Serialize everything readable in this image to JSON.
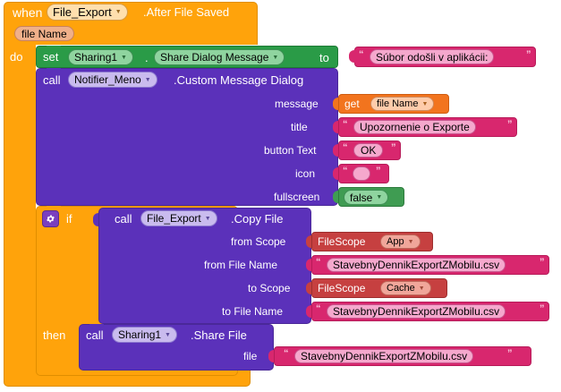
{
  "editor": {
    "name": "mit-app-inventor-blocks-editor",
    "background": "#ffffff"
  },
  "colors": {
    "event_orange": "#ffa30b",
    "setter_green": "#2a9b47",
    "caller_purple": "#5b31ba",
    "text_pink": "#d8276e",
    "get_orange": "#f2741e",
    "logic_green": "#3f9c52",
    "filescope_red": "#c64040"
  },
  "event_block": {
    "when_label": "when",
    "component": "File_Export",
    "event_name": ".After File Saved",
    "param": "file Name",
    "do_label": "do"
  },
  "set_block": {
    "set_label": "set",
    "component": "Sharing1",
    "dot": ".",
    "property": "Share Dialog Message",
    "to_label": "to",
    "value": "Súbor odošli v aplikácii:"
  },
  "notifier_call": {
    "call_label": "call",
    "component": "Notifier_Meno",
    "method": ".Custom Message Dialog",
    "args": [
      {
        "name": "message",
        "type": "get",
        "value": "get",
        "var": "file Name"
      },
      {
        "name": "title",
        "type": "text",
        "value": "Upozornenie o Exporte"
      },
      {
        "name": "button Text",
        "type": "text",
        "value": "OK"
      },
      {
        "name": "icon",
        "type": "text",
        "value": ""
      },
      {
        "name": "fullscreen",
        "type": "logic",
        "value": "false"
      }
    ]
  },
  "if_block": {
    "gear_icon": "gear-icon",
    "if_label": "if",
    "then_label": "then"
  },
  "copy_file_call": {
    "call_label": "call",
    "component": "File_Export",
    "method": ".Copy File",
    "args": [
      {
        "name": "from Scope",
        "type": "scope",
        "scope_label": "FileScope",
        "value": "App"
      },
      {
        "name": "from File Name",
        "type": "text",
        "value": "StavebnyDennikExportZMobilu.csv"
      },
      {
        "name": "to Scope",
        "type": "scope",
        "scope_label": "FileScope",
        "value": "Cache"
      },
      {
        "name": "to File Name",
        "type": "text",
        "value": "StavebnyDennikExportZMobilu.csv"
      }
    ]
  },
  "share_file_call": {
    "call_label": "call",
    "component": "Sharing1",
    "method": ".Share File",
    "args": [
      {
        "name": "file",
        "type": "text",
        "value": "StavebnyDennikExportZMobilu.csv"
      }
    ]
  }
}
